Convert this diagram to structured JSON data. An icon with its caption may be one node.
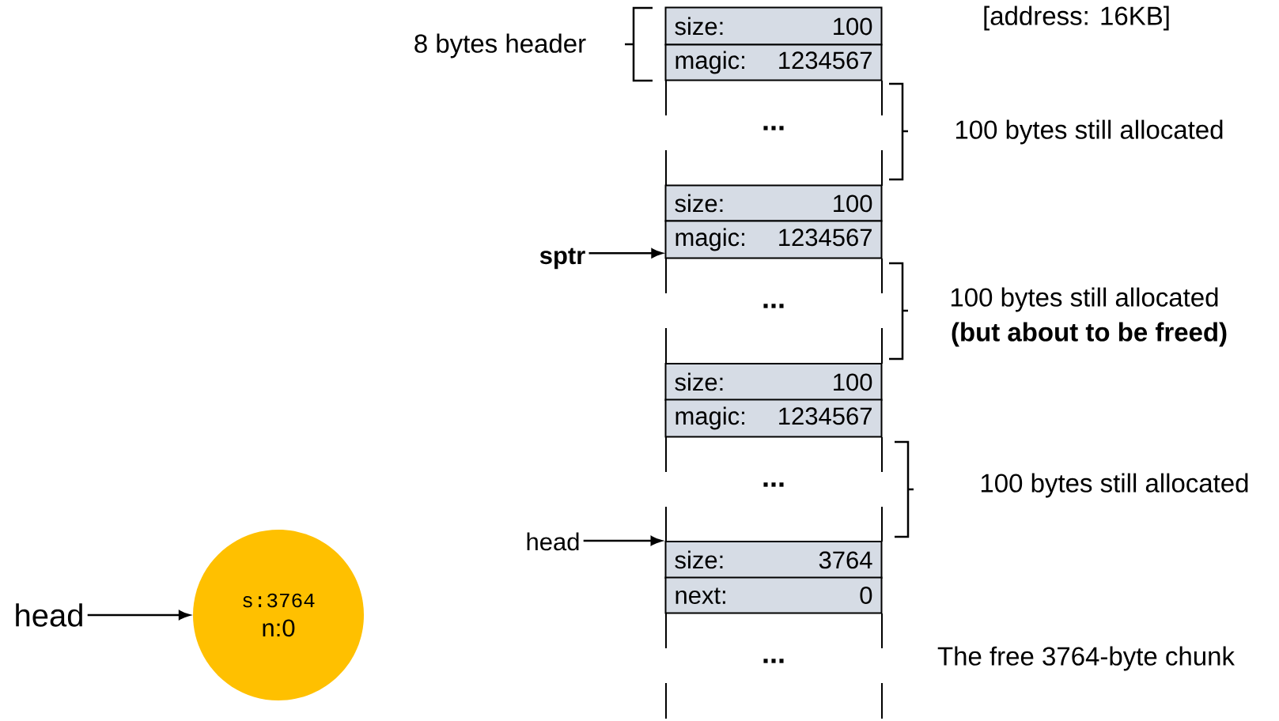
{
  "diagram": {
    "nodes": [
      {
        "text": [
          "size:",
          "100"
        ]
      },
      {
        "text": [
          "magic:",
          "1234567"
        ]
      },
      {
        "text": [
          "..."
        ]
      },
      {
        "text": [
          "size:",
          "100"
        ]
      },
      {
        "text": [
          "magic:",
          "1234567"
        ]
      },
      {
        "text": [
          "..."
        ]
      },
      {
        "text": [
          "size:",
          "100"
        ]
      },
      {
        "text": [
          "magic:",
          "1234567"
        ]
      },
      {
        "text": [
          "..."
        ]
      },
      {
        "text": [
          "size:",
          "3764"
        ]
      },
      {
        "text": [
          "next:",
          "0"
        ]
      },
      {
        "text": [
          "..."
        ]
      },
      {
        "text": [
          "sptr"
        ]
      },
      {
        "text": [
          "head"
        ]
      },
      {
        "text": [
          "head"
        ]
      },
      {
        "text": [
          "s:3764",
          "n:0"
        ]
      }
    ],
    "edges": [
      {
        "from": 12,
        "to": 5,
        "arrow": "to"
      },
      {
        "from": 13,
        "to": 9,
        "arrow": "to"
      },
      {
        "from": 14,
        "to": 15,
        "arrow": "to"
      }
    ],
    "labels": [
      "8 bytes header",
      "[address: 16KB]",
      "100 bytes still allocated",
      "100 bytes still allocated",
      "(but about to be freed)",
      "100 bytes still allocated",
      "The free 3764-byte chunk"
    ]
  }
}
